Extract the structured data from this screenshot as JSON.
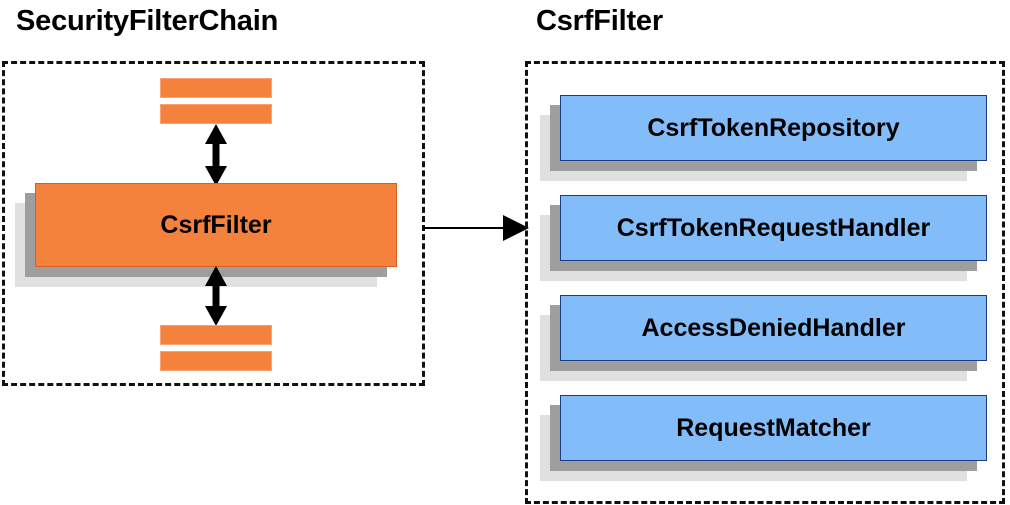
{
  "diagram": {
    "title_left": "SecurityFilterChain",
    "title_right": "CsrfFilter",
    "colors": {
      "orange_fill": "#F4813C",
      "orange_border": "#D85F23",
      "blue_fill": "#82BDFA",
      "blue_border": "#1B3A87",
      "shadow_mid": "#9E9E9E",
      "shadow_outer": "#E0E0E0",
      "dash_border": "#111111",
      "arrow": "#000000"
    },
    "left_panel": {
      "name": "SecurityFilterChain",
      "top_bars": [
        {
          "name": "filter-bar-top-1"
        },
        {
          "name": "filter-bar-top-2"
        }
      ],
      "highlighted_filter": {
        "label": "CsrfFilter"
      },
      "bottom_bars": [
        {
          "name": "filter-bar-bottom-1"
        },
        {
          "name": "filter-bar-bottom-2"
        }
      ],
      "arrows": [
        {
          "name": "arrow-above-csrffilter",
          "direction": "double-vertical"
        },
        {
          "name": "arrow-below-csrffilter",
          "direction": "double-vertical"
        }
      ]
    },
    "connector": {
      "name": "arrow-left-to-right",
      "direction": "right"
    },
    "right_panel": {
      "name": "CsrfFilter",
      "components": [
        {
          "label": "CsrfTokenRepository"
        },
        {
          "label": "CsrfTokenRequestHandler"
        },
        {
          "label": "AccessDeniedHandler"
        },
        {
          "label": "RequestMatcher"
        }
      ]
    }
  }
}
